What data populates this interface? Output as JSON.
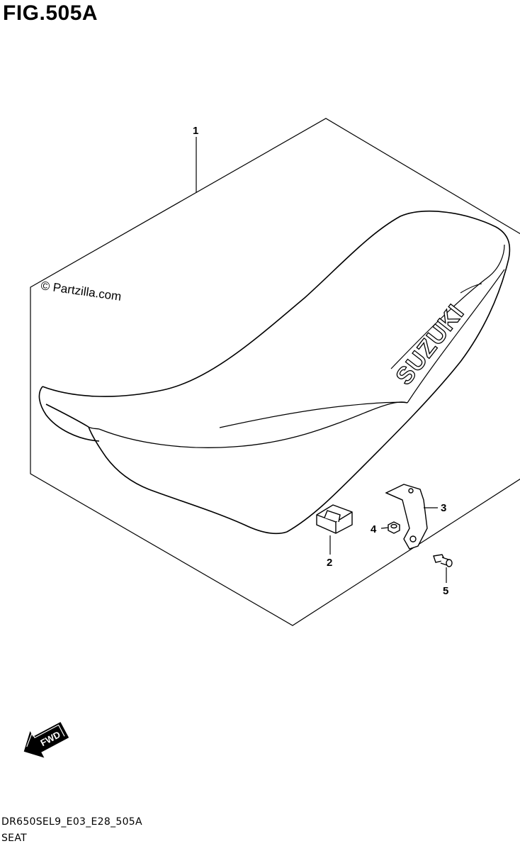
{
  "figure": {
    "title": "FIG.505A"
  },
  "watermark": "© Partzilla.com",
  "brand_text": "SUZUKI",
  "callouts": [
    {
      "number": "1",
      "part": "seat"
    },
    {
      "number": "2",
      "part": "cushion"
    },
    {
      "number": "3",
      "part": "bracket"
    },
    {
      "number": "4",
      "part": "nut"
    },
    {
      "number": "5",
      "part": "bolt"
    }
  ],
  "fwd_label": "FWD",
  "footer": {
    "code": "DR650SEL9_E03_E28_505A",
    "name": "SEAT"
  },
  "icons": [
    "fwd-arrow-icon"
  ]
}
